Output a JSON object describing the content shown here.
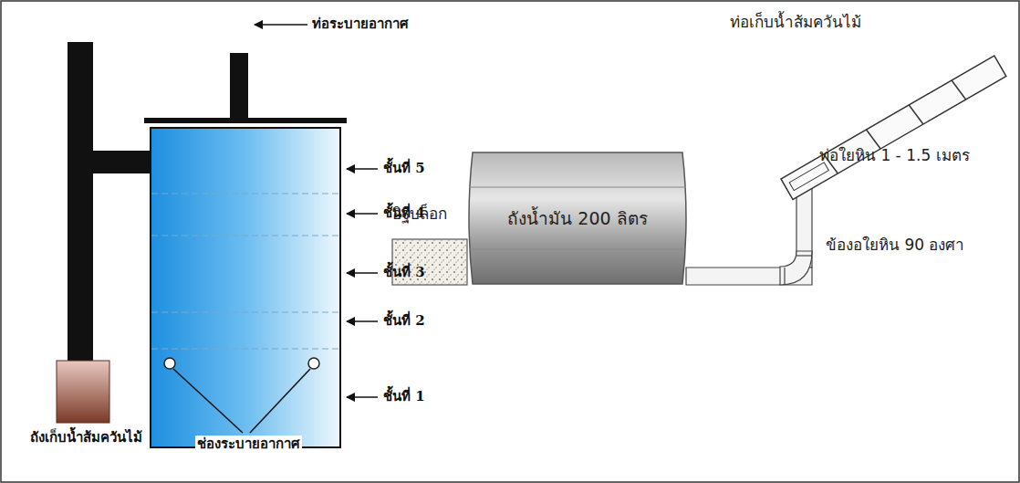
{
  "diagram": {
    "nodes": [
      {
        "text": [
          "ถังน้ำมัน 200 ลิตร"
        ]
      }
    ],
    "labels": [
      "ท่อระบายอากาศ",
      "ชั้นที่ 5",
      "ชั้นที่ 4",
      "ชั้นที่ 3",
      "ชั้นที่ 2",
      "ชั้นที่ 1",
      "ถังเก็บน้ำส้มควันไม้",
      "ช่องระบายอากาศ",
      "ท่อเก็บน้ำส้มควันไม้",
      "ท่อใยหิน 1 - 1.5 เมตร",
      "อิฐบล็อก",
      "ข้องอใยหิน 90 องศา"
    ]
  }
}
